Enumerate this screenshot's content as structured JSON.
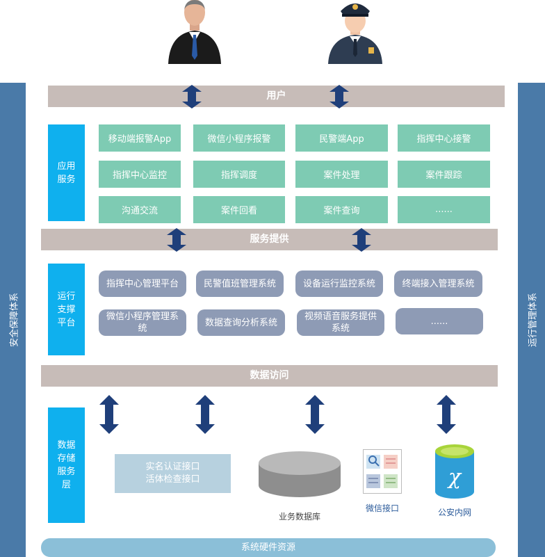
{
  "side": {
    "left": "安全保障体系",
    "right": "运行管理体系"
  },
  "bands": {
    "users": "用户",
    "service": "服务提供",
    "data": "数据访问"
  },
  "layers": {
    "app": "应用服务",
    "platform": "运行支撑平台",
    "storage": "数据存储服务层"
  },
  "app_items": [
    "移动端报警App",
    "微信小程序报警",
    "民警端App",
    "指挥中心接警",
    "指挥中心监控",
    "指挥调度",
    "案件处理",
    "案件跟踪",
    "沟通交流",
    "案件回看",
    "案件查询",
    "......"
  ],
  "platform_items": [
    "指挥中心管理平台",
    "民警值班管理系统",
    "设备运行监控系统",
    "终端接入管理系统",
    "微信小程序管理系统",
    "数据查询分析系统",
    "视频语音服务提供系统",
    "......"
  ],
  "storage": {
    "auth_line1": "实名认证接口",
    "auth_line2": "活体检查接口",
    "db_label": "业务数据库",
    "wechat_label": "微信接口",
    "police_net_label": "公安内网"
  },
  "footer": "系统硬件资源",
  "colors": {
    "side": "#4a7aa8",
    "band": "#c7bcb8",
    "layer": "#0fb0ee",
    "green": "#7ecbb3",
    "pill": "#8e9bb5",
    "arrow": "#1f3f7a"
  }
}
